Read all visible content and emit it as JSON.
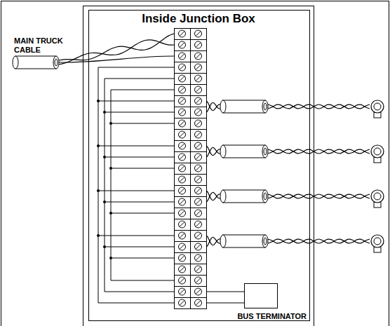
{
  "diagram": {
    "nodes": [
      {
        "text": [
          "Inside Junction Box"
        ]
      },
      {
        "text": [
          "BUS TERMINATOR"
        ],
        "in": 0
      }
    ],
    "labels": [
      "MAIN TRUCK CABLE"
    ]
  }
}
